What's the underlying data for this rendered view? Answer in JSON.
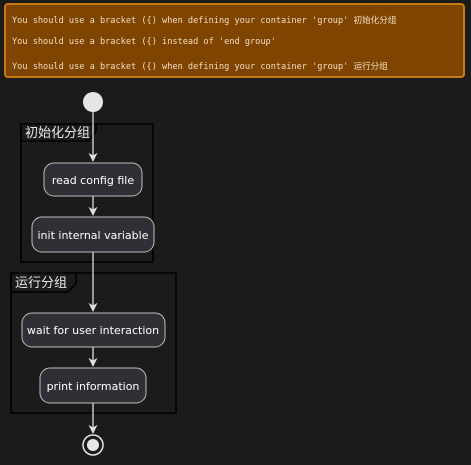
{
  "warnings": [
    "You should use a bracket ({) when defining your container 'group' 初始化分组",
    "You should use a bracket ({) instead of 'end group'",
    "You should use a bracket ({) when defining your container 'group' 运行分组"
  ],
  "groups": [
    {
      "title": "初始化分组"
    },
    {
      "title": "运行分组"
    }
  ],
  "activities": [
    "read config file",
    "init internal variable",
    "wait for user interaction",
    "print information"
  ],
  "colors": {
    "background": "#1b1b1b",
    "warning_fill": "#7f4500",
    "warning_border": "#c77a16",
    "node_fill": "#2f2f35",
    "node_border": "#bfbfbf",
    "edge": "#e0e0e0"
  }
}
